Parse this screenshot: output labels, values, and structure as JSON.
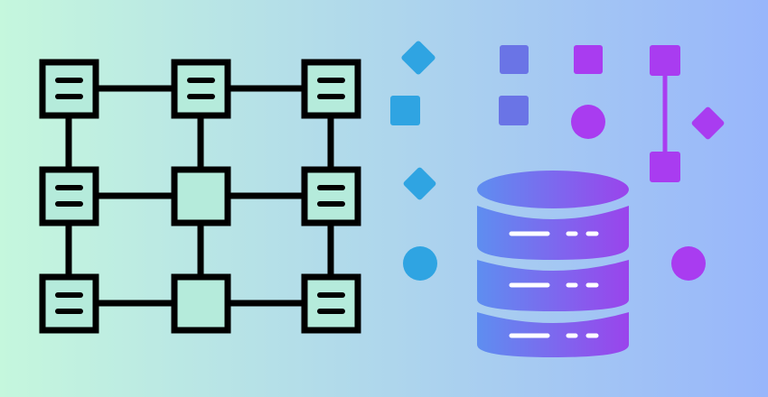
{
  "colors": {
    "background_start": "#c5f7dd",
    "background_end": "#98b6fb",
    "grid_stroke": "#000000",
    "node_fill": "#b5ebdb",
    "shape_blue": "#2fa4e2",
    "shape_purple": "#a93cf0",
    "shape_indigo": "#6a74e6",
    "database_light_end": "#5e8ef0",
    "database_dark_end": "#9a44ec",
    "database_slot": "#ffffff"
  },
  "icons": {
    "network": "node-grid-network-icon",
    "database": "database-stack-icon",
    "shapes": [
      "diamond-shape",
      "square-shape",
      "circle-shape",
      "connector-line"
    ]
  }
}
